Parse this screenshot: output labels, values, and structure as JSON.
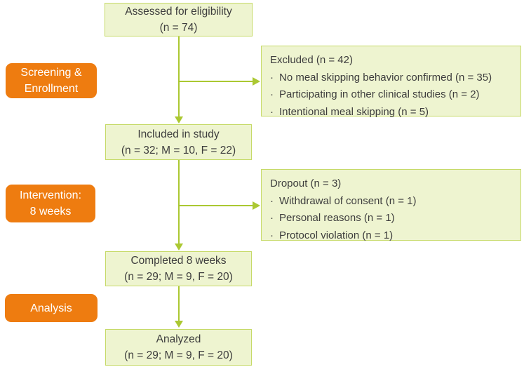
{
  "colors": {
    "accent_green": "#abc832",
    "box_fill": "#eef4d0",
    "box_border": "#c6da68",
    "stage_orange": "#ee7c10",
    "text": "#3d3d3d"
  },
  "ui": {
    "bullet": "·"
  },
  "flow": {
    "assessed": {
      "line1": "Assessed for eligibility",
      "line2": "(n = 74)"
    },
    "included": {
      "line1": "Included in study",
      "line2": "(n = 32; M = 10, F = 22)"
    },
    "completed": {
      "line1": "Completed 8 weeks",
      "line2": "(n = 29; M = 9, F = 20)"
    },
    "analyzed": {
      "line1": "Analyzed",
      "line2": "(n = 29; M = 9, F = 20)"
    }
  },
  "side": {
    "excluded": {
      "title": "Excluded (n = 42)",
      "items": [
        "No meal skipping behavior confirmed (n = 35)",
        "Participating in other clinical studies (n = 2)",
        "Intentional meal skipping (n = 5)"
      ]
    },
    "dropout": {
      "title": "Dropout (n = 3)",
      "items": [
        "Withdrawal of consent (n = 1)",
        "Personal reasons (n = 1)",
        "Protocol violation (n = 1)"
      ]
    }
  },
  "stages": {
    "screening": {
      "line1": "Screening &",
      "line2": "Enrollment"
    },
    "intervention": {
      "line1": "Intervention:",
      "line2": "8 weeks"
    },
    "analysis": {
      "line1": "Analysis"
    }
  }
}
